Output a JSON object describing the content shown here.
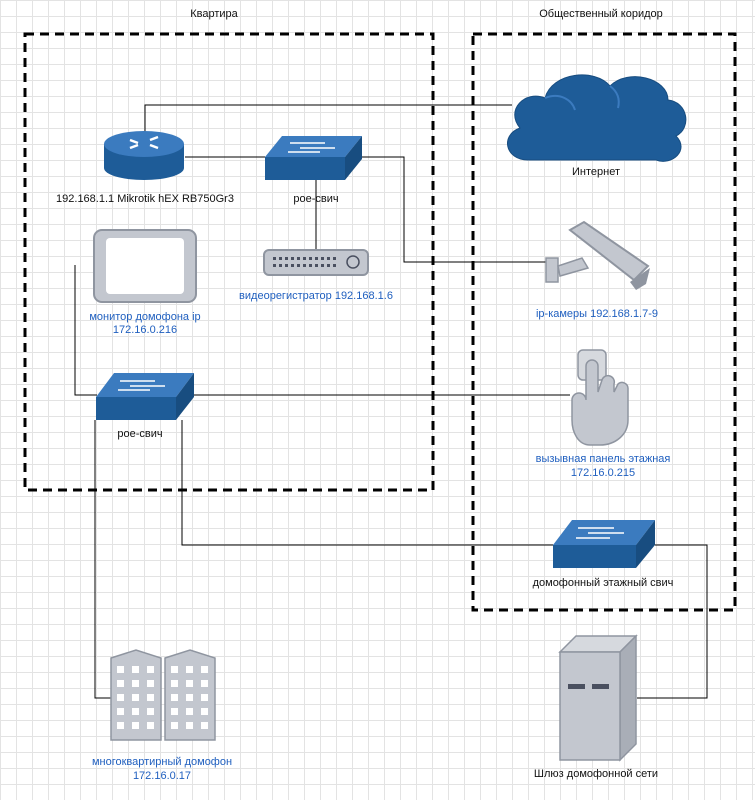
{
  "zones": {
    "apartment": "Квартира",
    "corridor": "Общественный коридор"
  },
  "nodes": {
    "router": "192.168.1.1 Mikrotik hEX RB750Gr3",
    "poe_switch_top": "рое-свич",
    "nvr": "видеорегистратор 192.168.1.6",
    "monitor_line1": "монитор домофона ip",
    "monitor_line2": "172.16.0.216",
    "poe_switch_bottom": "рое-свич",
    "internet": "Интернет",
    "ip_cameras": "ip-камеры 192.168.1.7-9",
    "call_panel_line1": "вызывная панель этажная",
    "call_panel_line2": "172.16.0.215",
    "floor_switch": "домофонный этажный свич",
    "building_line1": "многоквартирный домофон",
    "building_line2": "172.16.0.17",
    "gateway": "Шлюз домофонной сети"
  },
  "colors": {
    "device_blue": "#1e5c98",
    "device_blue_top": "#3b7bbf",
    "device_gray": "#c3c7cf",
    "device_gray_dark": "#8f95a0",
    "label_blue": "#1f5fbf",
    "connector": "#000000",
    "zone_border": "#000000"
  },
  "icons": [
    "router-icon",
    "switch-icon",
    "cloud-icon",
    "camera-icon",
    "tablet-icon",
    "nvr-icon",
    "hand-button-icon",
    "server-icon",
    "building-icon"
  ]
}
